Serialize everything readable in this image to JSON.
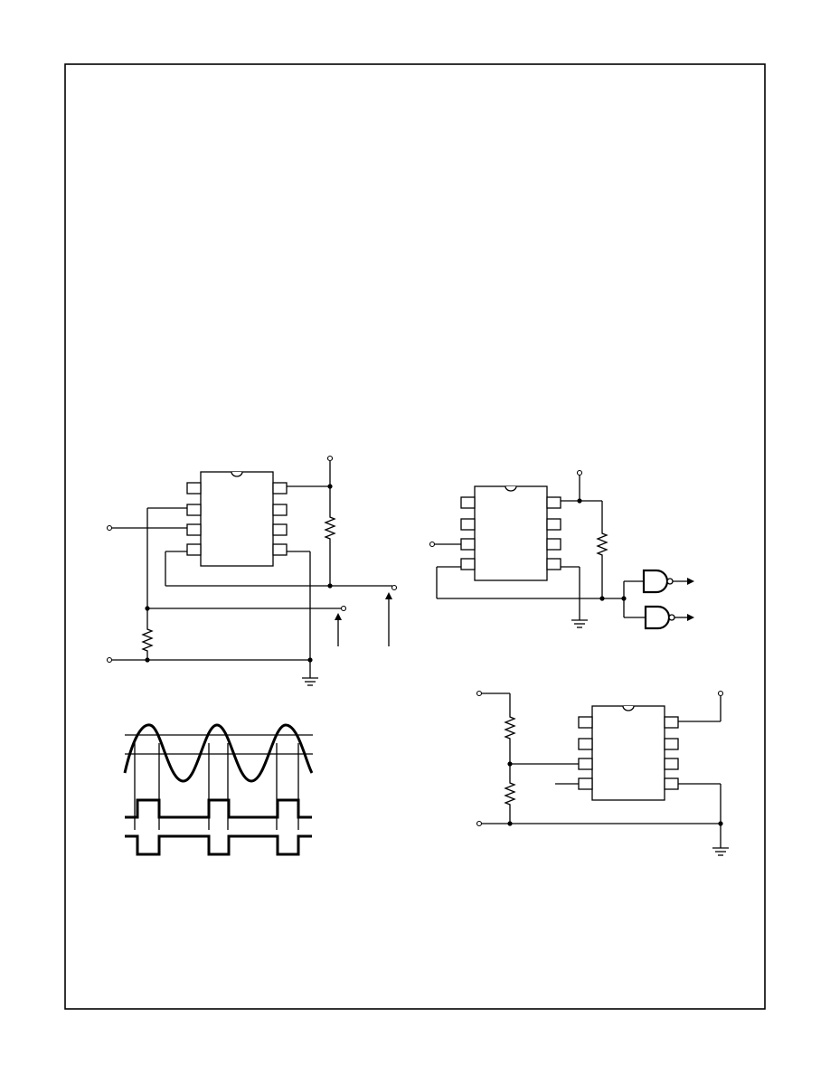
{
  "page": {
    "frame": "page-frame"
  },
  "figures": [
    {
      "id": "comparator-circuit-top-left",
      "parts": [
        "ic-8-pin",
        "resistor",
        "resistor",
        "ground",
        "input-terminal",
        "input-terminal",
        "output-terminal",
        "output-terminal",
        "arrow",
        "arrow"
      ]
    },
    {
      "id": "comparator-logic-circuit-top-right",
      "parts": [
        "ic-8-pin",
        "resistor",
        "ground",
        "input-terminal",
        "supply-terminal",
        "nand-gate",
        "nand-gate"
      ]
    },
    {
      "id": "waveform-diagram",
      "parts": [
        "sine-wave",
        "threshold-line",
        "threshold-line",
        "square-wave",
        "square-wave"
      ]
    },
    {
      "id": "divider-circuit-bottom-right",
      "parts": [
        "ic-8-pin",
        "resistor",
        "resistor",
        "ground",
        "input-terminal",
        "input-terminal",
        "supply-terminal"
      ]
    }
  ],
  "colors": {
    "ink": "#000000",
    "paper": "#ffffff"
  }
}
